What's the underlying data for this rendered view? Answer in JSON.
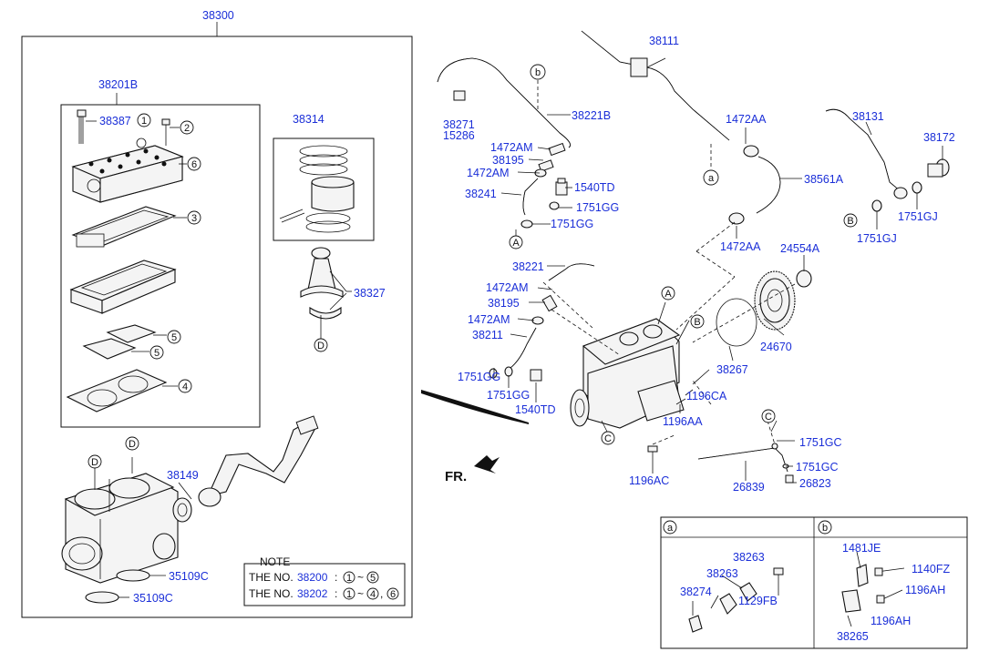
{
  "callouts": {
    "c38300": "38300",
    "c38201B": "38201B",
    "c38387": "38387",
    "c38314": "38314",
    "c38327": "38327",
    "c38149": "38149",
    "c35109C_a": "35109C",
    "c35109C_b": "35109C",
    "c38271": "38271",
    "c15286": "15286",
    "c38221B": "38221B",
    "c1472AM_a": "1472AM",
    "c38195_a": "38195",
    "c1472AM_b": "1472AM",
    "c38241": "38241",
    "c1540TD_a": "1540TD",
    "c1751GG_a": "1751GG",
    "c1751GG_b": "1751GG",
    "c38111": "38111",
    "c1472AA_a": "1472AA",
    "c38561A": "38561A",
    "c1472AA_b": "1472AA",
    "c38131": "38131",
    "c38172": "38172",
    "c1751GJ_a": "1751GJ",
    "c1751GJ_b": "1751GJ",
    "c24554A": "24554A",
    "c24670": "24670",
    "c38267": "38267",
    "c38221": "38221",
    "c1472AM_c": "1472AM",
    "c38195_b": "38195",
    "c1472AM_d": "1472AM",
    "c38211": "38211",
    "c1751GG_c": "1751GG",
    "c1751GG_d": "1751GG",
    "c1540TD_b": "1540TD",
    "c1196CA": "1196CA",
    "c1196AA": "1196AA",
    "c1196AC": "1196AC",
    "c1751GC_a": "1751GC",
    "c1751GC_b": "1751GC",
    "c26823": "26823",
    "c26839": "26839",
    "c38263_a": "38263",
    "c38263_b": "38263",
    "c38274": "38274",
    "c1129FB": "1129FB",
    "c1481JE": "1481JE",
    "c1140FZ": "1140FZ",
    "c1196AH_a": "1196AH",
    "c1196AH_b": "1196AH",
    "c38265": "38265"
  },
  "markers": {
    "n1": "1",
    "n2": "2",
    "n3": "3",
    "n4": "4",
    "n5a": "5",
    "n5b": "5",
    "n6": "6",
    "A1": "A",
    "A2": "A",
    "B1": "B",
    "B2": "B",
    "C1": "C",
    "C2": "C",
    "D1": "D",
    "D2": "D",
    "D3": "D",
    "a1": "a",
    "b1": "b",
    "a_hdr": "a",
    "b_hdr": "b"
  },
  "fr_label": "FR.",
  "note": {
    "title": "NOTE",
    "line1_prefix": "THE NO.",
    "line1_num": "38200",
    "line1_colon": ":",
    "line1_range_start": "1",
    "line1_tilde": "~",
    "line1_range_end": "5",
    "line2_prefix": "THE NO.",
    "line2_num": "38202",
    "line2_colon": ":",
    "line2_range_start": "1",
    "line2_tilde": "~",
    "line2_range_end": "4",
    "line2_comma": ",",
    "line2_extra": "6"
  },
  "colors": {
    "callout": "#1b2fd8",
    "lines": "#111111",
    "background": "#ffffff"
  }
}
